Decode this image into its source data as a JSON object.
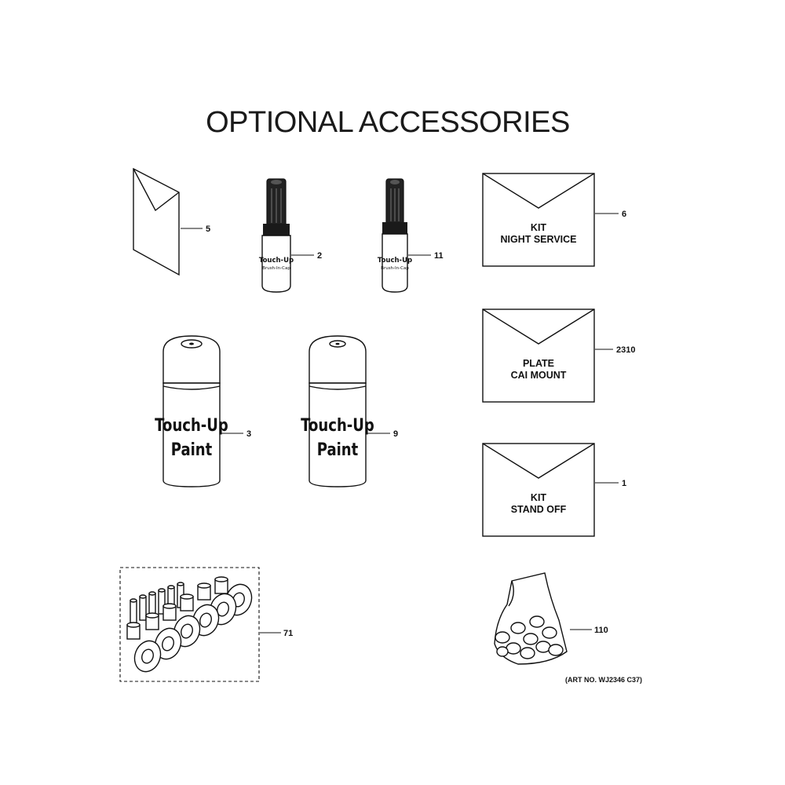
{
  "title": "OPTIONAL ACCESSORIES",
  "art_number": "(ART NO. WJ2346 C37)",
  "items": {
    "manual": {
      "callout": "5"
    },
    "pen_a": {
      "callout": "2",
      "label": "Touch-Up",
      "sublabel": "Brush-In-Cap"
    },
    "pen_b": {
      "callout": "11",
      "label": "Touch-Up",
      "sublabel": "Brush-In-Cap"
    },
    "kit_night_service": {
      "callout": "6",
      "line1": "KIT",
      "line2": "NIGHT SERVICE"
    },
    "plate_cai_mount": {
      "callout": "2310",
      "line1": "PLATE",
      "line2": "CAI MOUNT"
    },
    "kit_stand_off": {
      "callout": "1",
      "line1": "KIT",
      "line2": "STAND OFF"
    },
    "can_a": {
      "callout": "3",
      "line1": "Touch-Up",
      "line2": "Paint"
    },
    "can_b": {
      "callout": "9",
      "line1": "Touch-Up",
      "line2": "Paint"
    },
    "grommet_kit": {
      "callout": "71"
    },
    "parts_bag": {
      "callout": "110"
    }
  }
}
